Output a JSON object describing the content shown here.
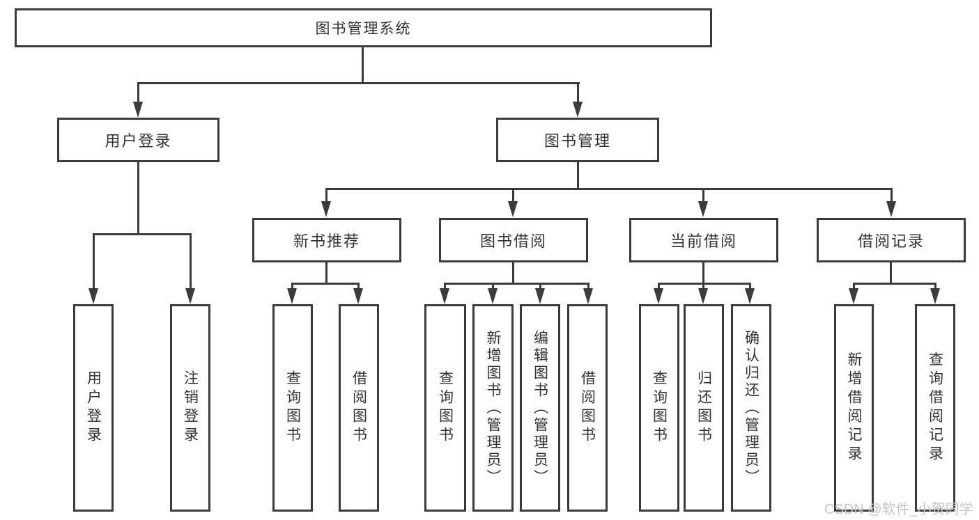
{
  "diagram": {
    "type": "hierarchy-tree",
    "title": "图书管理系统",
    "colors": {
      "line": "#3b3b3b",
      "text": "#333333",
      "background": "#ffffff",
      "watermark": "#c5c5c5"
    },
    "nodes": {
      "root": "图书管理系统",
      "level2": [
        "用户登录",
        "图书管理"
      ],
      "level3": [
        "新书推荐",
        "图书借阅",
        "当前借阅",
        "借阅记录"
      ],
      "leaves": {
        "user_login": [
          "用户登录",
          "注销登录"
        ],
        "new_books": [
          "查询图书",
          "借阅图书"
        ],
        "book_borrowing": [
          "查询图书",
          "新增图书（管理员）",
          "编辑图书（管理员）",
          "借阅图书"
        ],
        "current_borrowing": [
          "查询图书",
          "归还图书",
          "确认归还（管理员）"
        ],
        "borrowing_records": [
          "新增借阅记录",
          "查询借阅记录"
        ]
      }
    },
    "edges": [
      "图书管理系统→用户登录",
      "图书管理系统→图书管理",
      "用户登录→用户登录",
      "用户登录→注销登录",
      "图书管理→新书推荐",
      "图书管理→图书借阅",
      "图书管理→当前借阅",
      "图书管理→借阅记录",
      "新书推荐→查询图书",
      "新书推荐→借阅图书",
      "图书借阅→查询图书",
      "图书借阅→新增图书（管理员）",
      "图书借阅→编辑图书（管理员）",
      "图书借阅→借阅图书",
      "当前借阅→查询图书",
      "当前借阅→归还图书",
      "当前借阅→确认归还（管理员）",
      "借阅记录→新增借阅记录",
      "借阅记录→查询借阅记录"
    ]
  },
  "watermark": {
    "text": "CSDN @软件_小贺同学"
  }
}
